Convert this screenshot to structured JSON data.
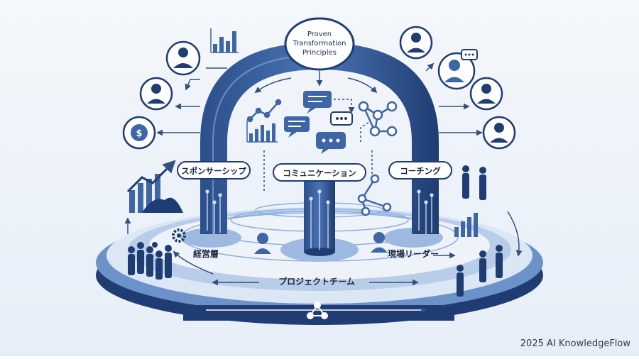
{
  "title": {
    "line1": "Proven",
    "line2": "Transformation",
    "line3": "Principles"
  },
  "pillars": {
    "sponsorship": "スポンサーシップ",
    "communication": "コミュニケーション",
    "coaching": "コーチング"
  },
  "groups": {
    "executives": "経営層",
    "site_leaders": "現場リーダー",
    "project_team": "プロジェクトチーム"
  },
  "footer": {
    "credit": "2025 AI KnowledgeFlow"
  },
  "colors": {
    "navy": "#1f3d73",
    "mid_blue": "#3e65a5",
    "light_blue": "#8fb0dc",
    "pale_blue": "#dce7f5"
  }
}
